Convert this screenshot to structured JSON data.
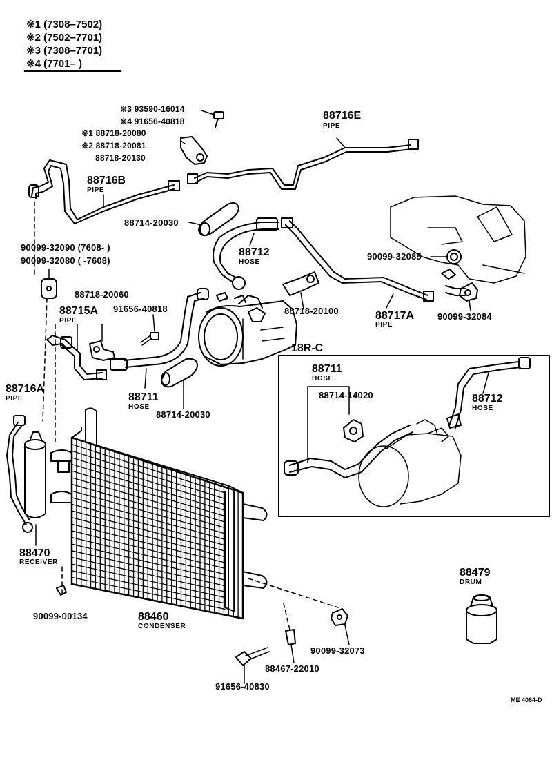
{
  "legend": [
    "※1 (7308–7502)",
    "※2 (7502–7701)",
    "※3 (7308–7701)",
    "※4 (7701–        )"
  ],
  "labels": {
    "p_93590": "※3 93590-16014",
    "p_91656_top": "※4 91656-40818",
    "p_88718_20080": "※1 88718-20080",
    "p_88718_20081": "※2 88718-20081",
    "p_88718_20130": "88718-20130",
    "p_88716E": "88716E",
    "p_88716E_sub": "PIPE",
    "p_88716B": "88716B",
    "p_88716B_sub": "PIPE",
    "p_88714_20030_top": "88714-20030",
    "p_90099_32090": "90099-32090 (7608-        )",
    "p_90099_32080": "90099-32080 (        -7608)",
    "p_88712_top": "88712",
    "p_88712_top_sub": "HOSE",
    "p_90099_32085": "90099-32085",
    "p_88718_20060": "88718-20060",
    "p_91656_mid": "91656-40818",
    "p_88715A": "88715A",
    "p_88715A_sub": "PIPE",
    "p_88718_20100": "88718-20100",
    "p_88717A": "88717A",
    "p_88717A_sub": "PIPE",
    "p_90099_32084": "90099-32084",
    "p_18RC": "18R-C",
    "p_88711_box": "88711",
    "p_88711_box_sub": "HOSE",
    "p_88714_14020": "88714-14020",
    "p_88712_box": "88712",
    "p_88712_box_sub": "HOSE",
    "p_88716A": "88716A",
    "p_88716A_sub": "PIPE",
    "p_88711_main": "88711",
    "p_88711_main_sub": "HOSE",
    "p_88714_20030_bot": "88714-20030",
    "p_88470": "88470",
    "p_88470_sub": "RECEIVER",
    "p_88479": "88479",
    "p_88479_sub": "DRUM",
    "p_90099_00134": "90099-00134",
    "p_88460": "88460",
    "p_88460_sub": "CONDENSER",
    "p_90099_32073": "90099-32073",
    "p_88467_22010": "88467-22010",
    "p_91656_40830": "91656-40830",
    "figure_code": "ME 4064-D"
  },
  "colors": {
    "ink": "#000000",
    "paper": "#ffffff"
  }
}
